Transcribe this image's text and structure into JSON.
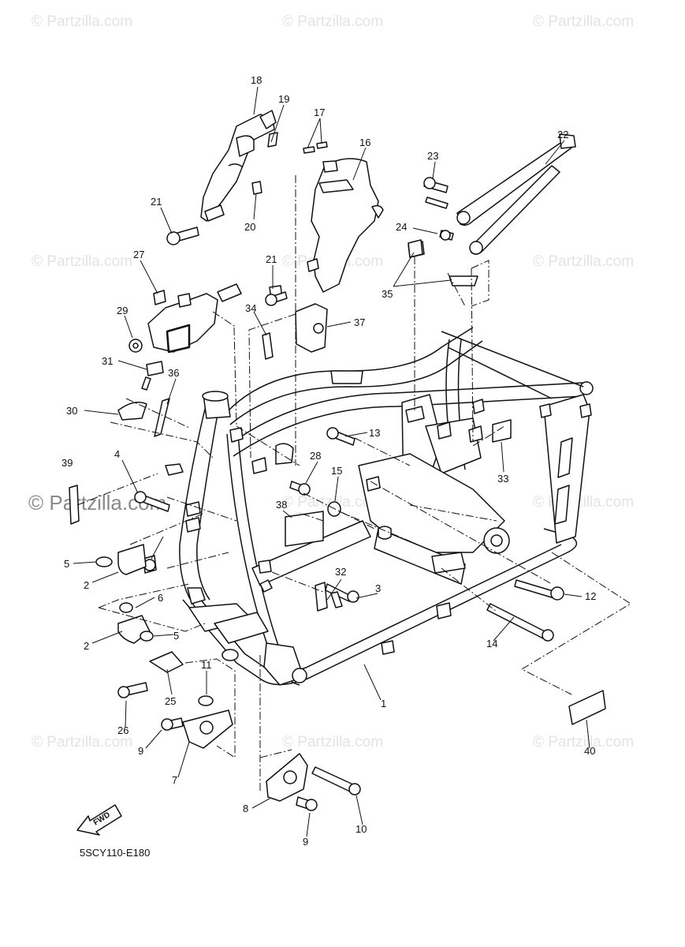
{
  "watermark": {
    "text": "© Partzilla.com",
    "main_text": "© Partzilla.com"
  },
  "diagram_code": "5SCY110-E180",
  "fwd_label": "FWD",
  "callouts": {
    "c1": "1",
    "c2a": "2",
    "c2b": "2",
    "c3": "3",
    "c4": "4",
    "c5a": "5",
    "c5b": "5",
    "c6": "6",
    "c7": "7",
    "c8": "8",
    "c9a": "9",
    "c9b": "9",
    "c10": "10",
    "c11": "11",
    "c12": "12",
    "c13": "13",
    "c14": "14",
    "c15": "15",
    "c16": "16",
    "c17": "17",
    "c18": "18",
    "c19": "19",
    "c20": "20",
    "c21a": "21",
    "c21b": "21",
    "c22": "22",
    "c23": "23",
    "c24": "24",
    "c25": "25",
    "c26": "26",
    "c27": "27",
    "c28": "28",
    "c29": "29",
    "c30": "30",
    "c31": "31",
    "c32": "32",
    "c33": "33",
    "c34": "34",
    "c35": "35",
    "c36": "36",
    "c37": "37",
    "c38": "38",
    "c39": "39",
    "c40": "40"
  }
}
